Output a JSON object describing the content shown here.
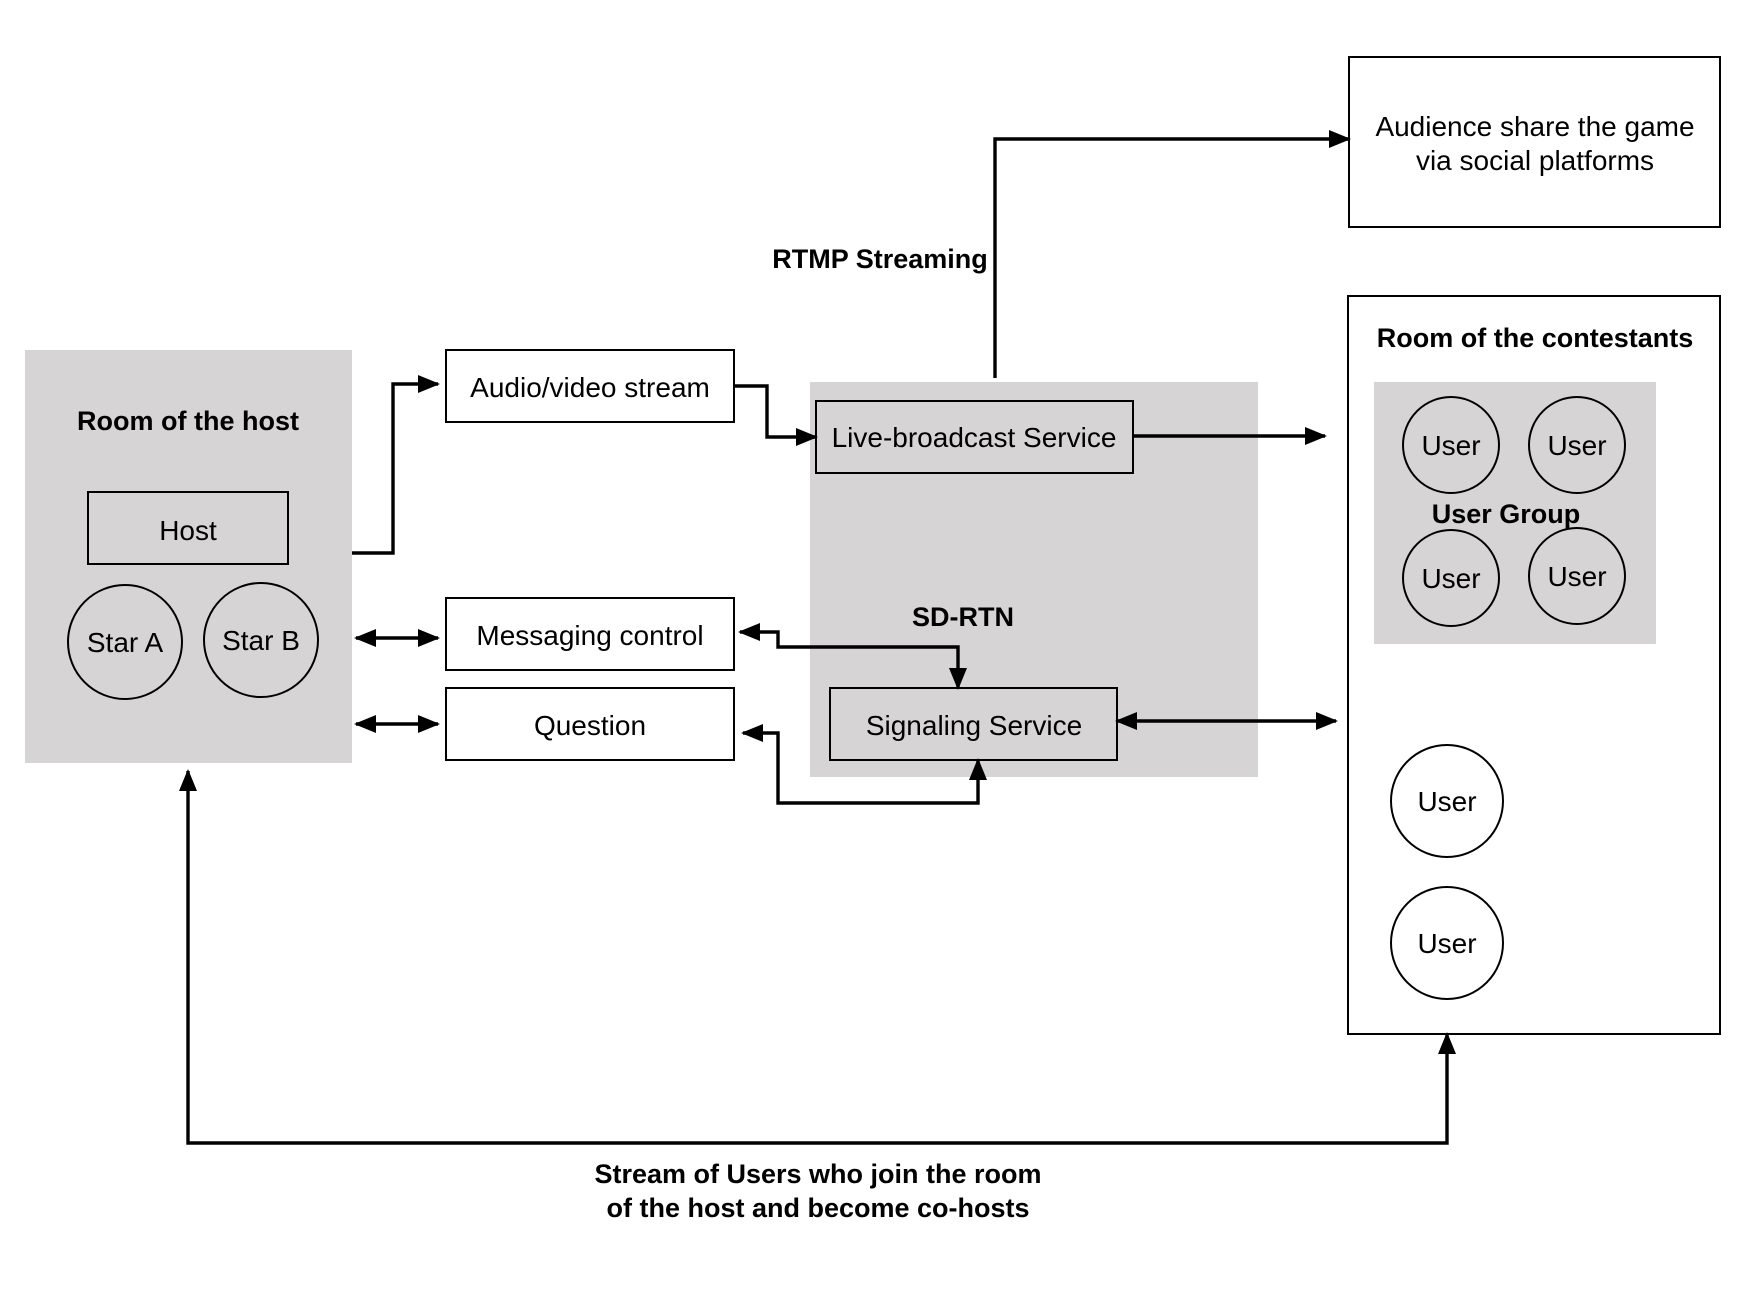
{
  "host_room": {
    "title": "Room of the host",
    "host_label": "Host",
    "stars": [
      "Star A",
      "Star B"
    ]
  },
  "middle": {
    "av_stream": "Audio/video stream",
    "messaging_control": "Messaging control",
    "question": "Question"
  },
  "sdrtn": {
    "title": "SD-RTN",
    "live_broadcast": "Live-broadcast Service",
    "signaling": "Signaling Service"
  },
  "rtmp": {
    "label": "RTMP Streaming"
  },
  "audience": {
    "line1": "Audience share the game",
    "line2": "via social platforms"
  },
  "contestants": {
    "title": "Room of the contestants",
    "group_label": "User Group",
    "group_users": [
      "User",
      "User",
      "User",
      "User"
    ],
    "solo_users": [
      "User",
      "User"
    ]
  },
  "bottom_caption": {
    "line1": "Stream of Users who join the room",
    "line2": "of the host and become co-hosts"
  }
}
